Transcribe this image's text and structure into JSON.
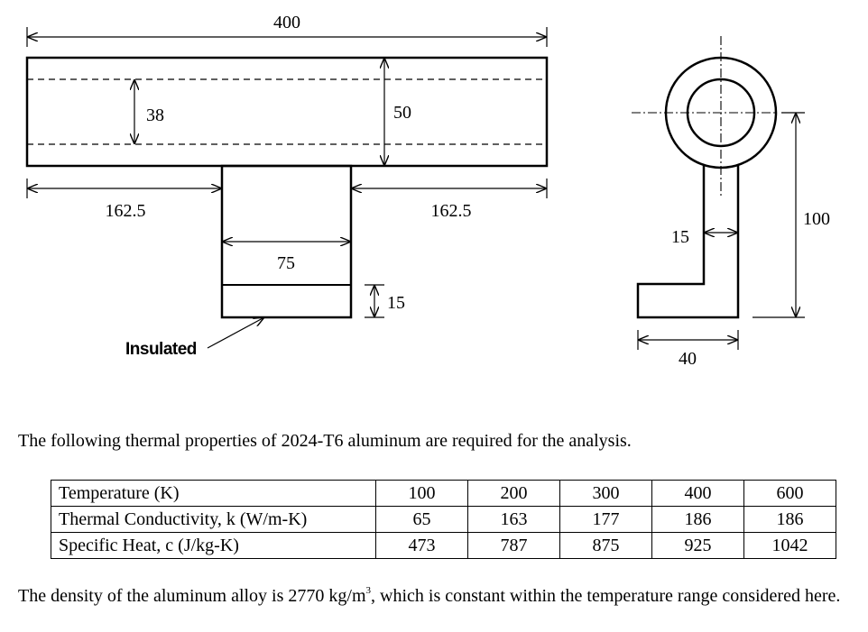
{
  "drawing": {
    "dimensions": {
      "overall_length": "400",
      "inner_diameter": "38",
      "outer_diameter": "50",
      "left_overhang": "162.5",
      "right_overhang": "162.5",
      "fin_width": "75",
      "insulated_height": "15",
      "fin_thickness": "15",
      "total_height": "100",
      "foot_width": "40"
    },
    "insulated_label": "Insulated"
  },
  "text": {
    "intro": "The following thermal properties of 2024-T6 aluminum are required for the analysis.",
    "density_before": "The density of the aluminum alloy is 2770 kg/m",
    "density_sup": "3",
    "density_after": ", which is constant within the temperature range considered here."
  },
  "table": {
    "rows": [
      {
        "label": "Temperature (K)",
        "values": [
          "100",
          "200",
          "300",
          "400",
          "600"
        ]
      },
      {
        "label": "Thermal Conductivity, k (W/m-K)",
        "values": [
          "65",
          "163",
          "177",
          "186",
          "186"
        ]
      },
      {
        "label": "Specific Heat, c (J/kg-K)",
        "values": [
          "473",
          "787",
          "875",
          "925",
          "1042"
        ]
      }
    ]
  },
  "chart_data": {
    "type": "table",
    "columns": [
      "Temperature (K)",
      "Thermal Conductivity, k (W/m-K)",
      "Specific Heat, c (J/kg-K)"
    ],
    "temperature_K": [
      100,
      200,
      300,
      400,
      600
    ],
    "thermal_conductivity_W_per_mK": [
      65,
      163,
      177,
      186,
      186
    ],
    "specific_heat_J_per_kgK": [
      473,
      787,
      875,
      925,
      1042
    ]
  }
}
